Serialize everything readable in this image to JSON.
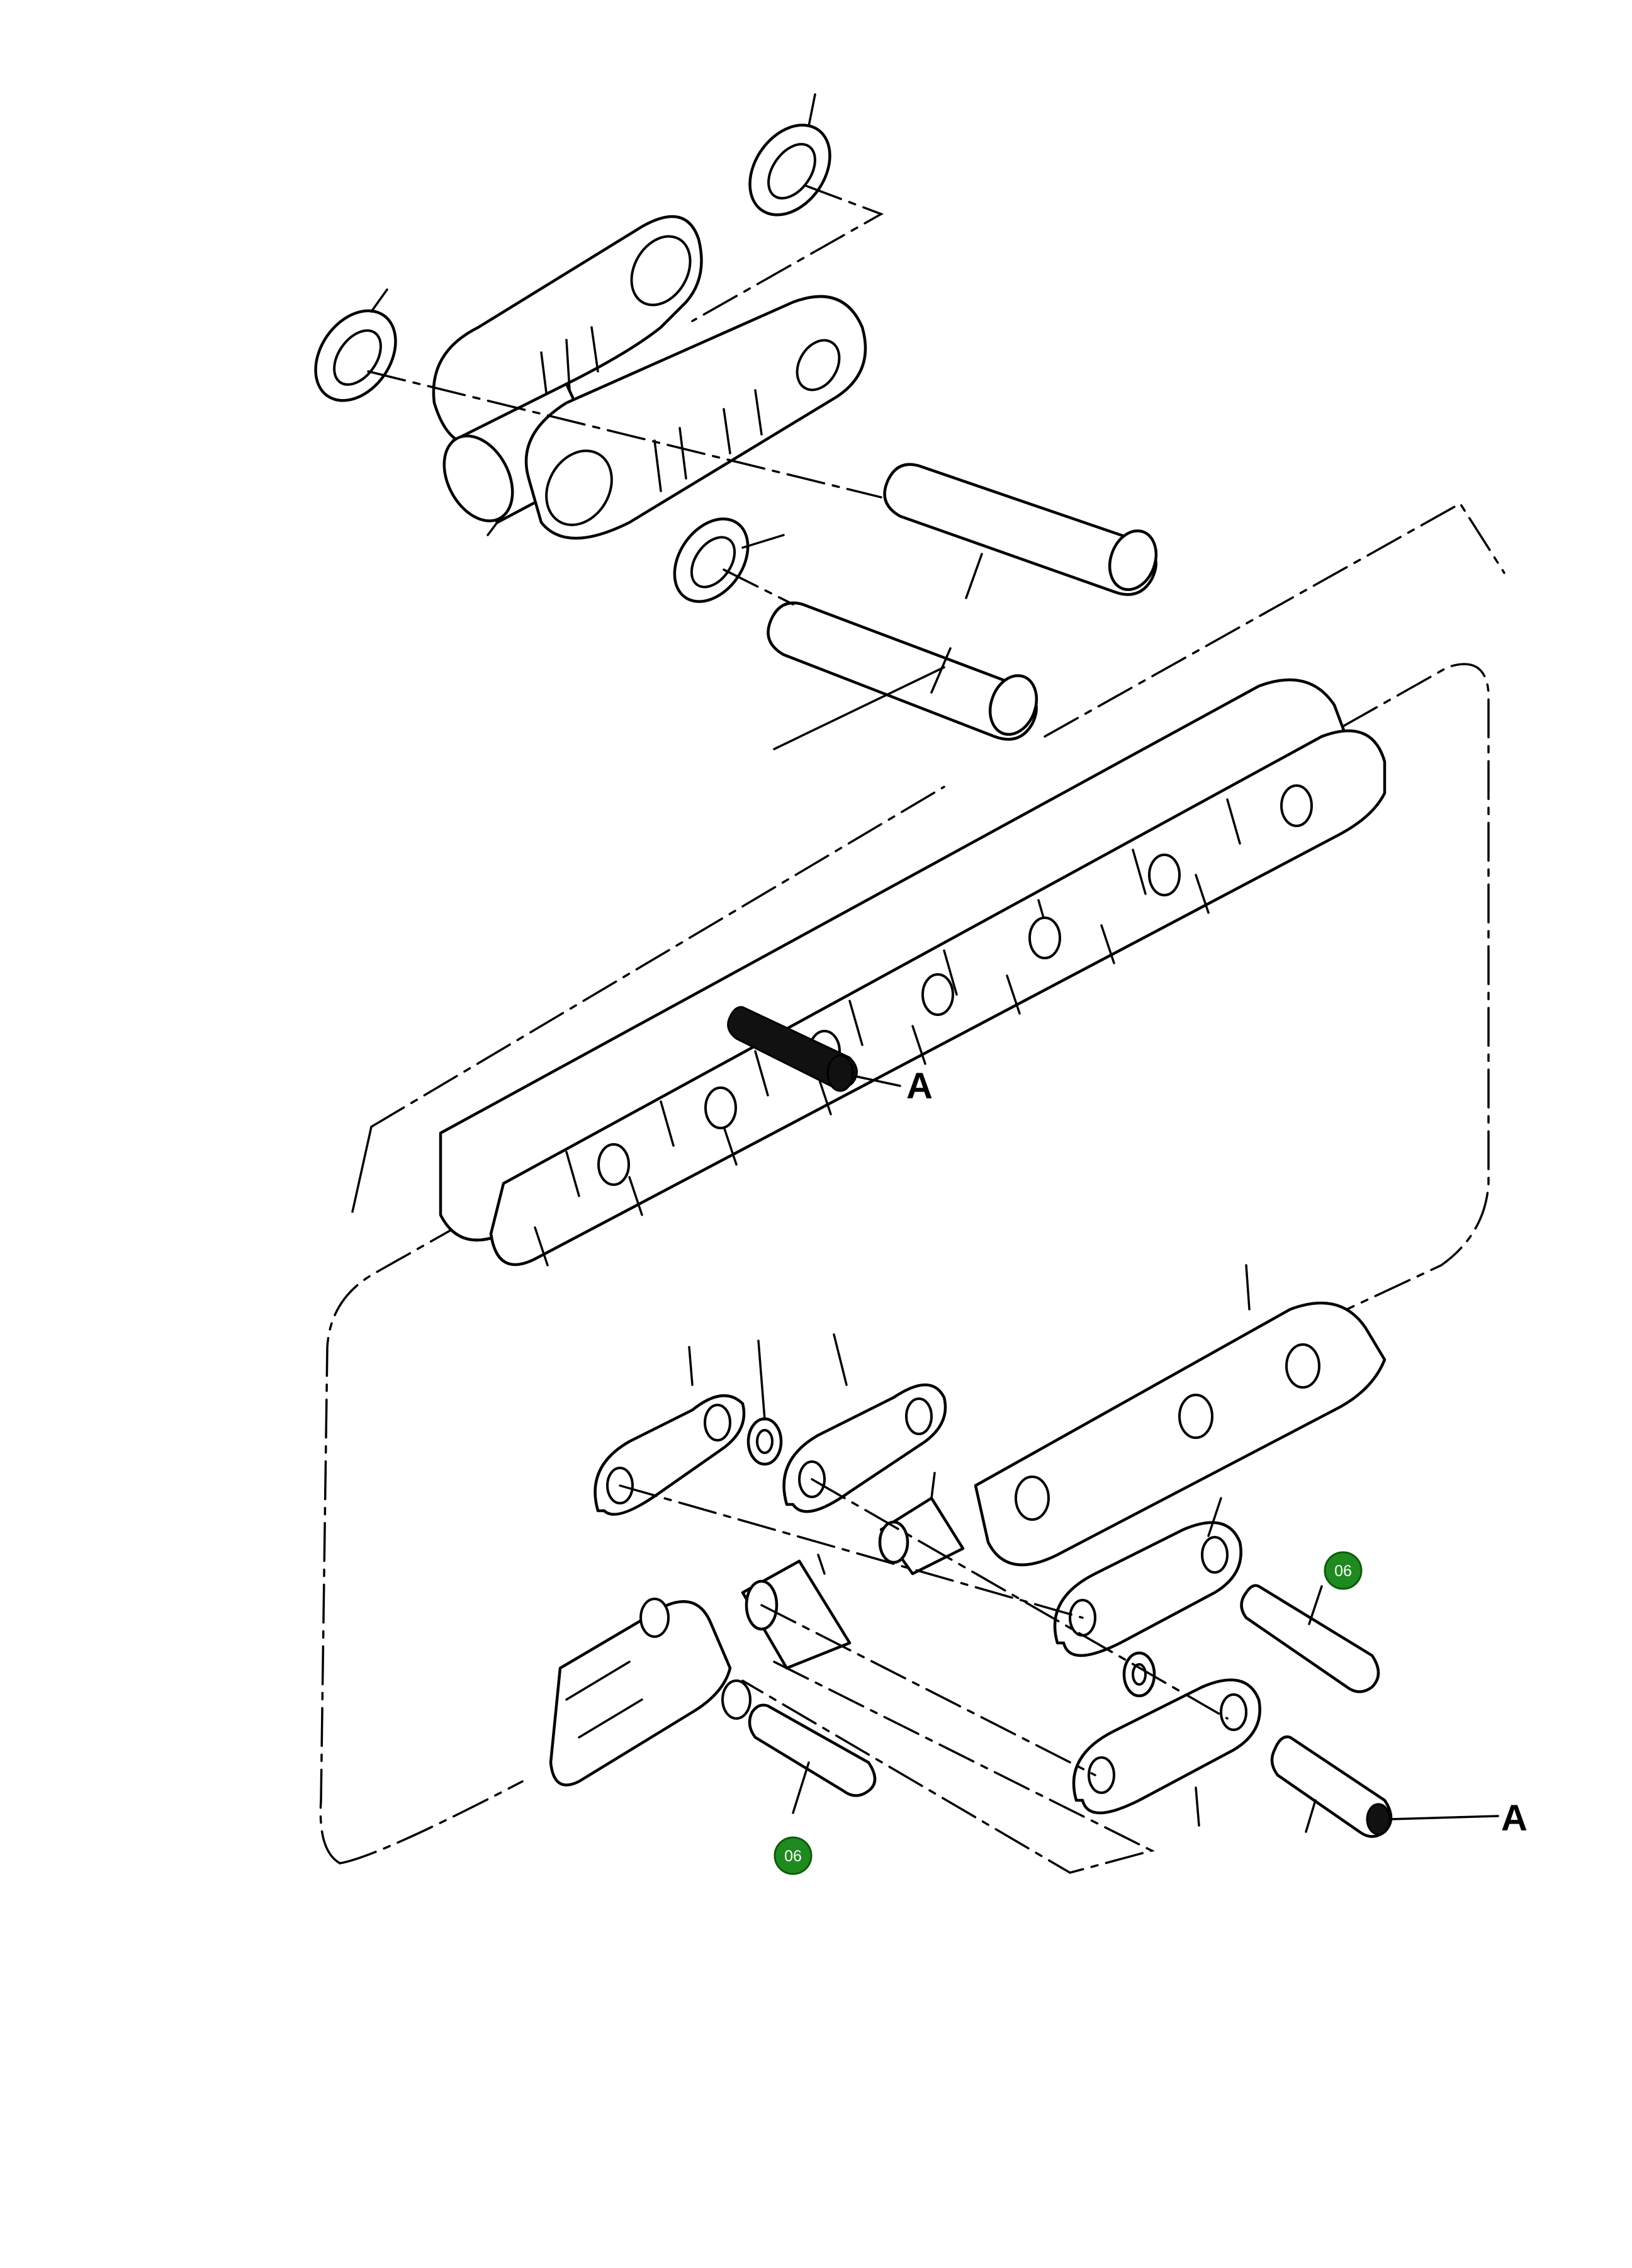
{
  "callouts": {
    "ref_a_top": "A",
    "ref_a_bottom": "A"
  },
  "badges": {
    "right": "06",
    "left": "06",
    "color": "#1f8a1f"
  }
}
